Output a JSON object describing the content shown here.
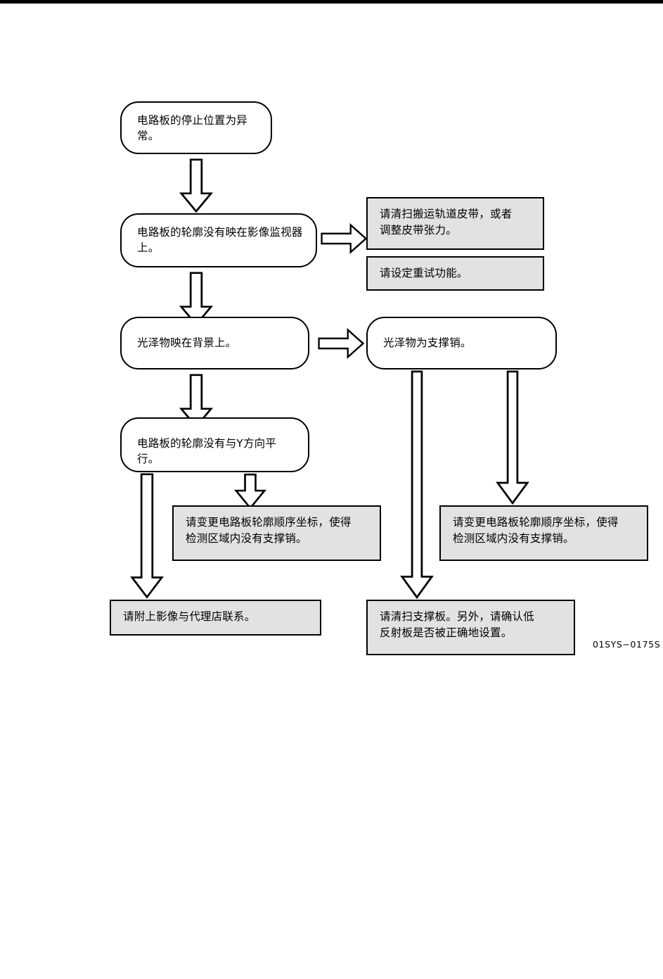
{
  "page": {
    "figure_code": "01SYS−0175S"
  },
  "nodes": {
    "n1": {
      "label": "电路板的停止位置为异常。"
    },
    "n2": {
      "label": "电路板的轮廓没有映在影像监视器\n上。"
    },
    "n3": {
      "label": "光泽物映在背景上。"
    },
    "n4": {
      "label": "光泽物为支撑销。"
    },
    "n5": {
      "label": "电路板的轮廓没有与Y方向平行。"
    }
  },
  "actions": {
    "a1": {
      "label": "请清扫搬运轨道皮带，或者\n调整皮带张力。"
    },
    "a2": {
      "label": "请设定重试功能。"
    },
    "a3": {
      "label": "请变更电路板轮廓顺序坐标，使得\n检测区域内没有支撑销。"
    },
    "a4": {
      "label": "请变更电路板轮廓顺序坐标，使得\n检测区域内没有支撑销。"
    },
    "a5": {
      "label": "请附上影像与代理店联系。"
    },
    "a6": {
      "label": "请清扫支撑板。另外，请确认低\n反射板是否被正确地设置。"
    }
  },
  "arrows": {
    "ar1": {
      "name": "arrow-n1-to-n2",
      "direction": "down"
    },
    "ar2": {
      "name": "arrow-n2-to-a1",
      "direction": "right"
    },
    "ar3": {
      "name": "arrow-n2-to-n3",
      "direction": "down"
    },
    "ar4": {
      "name": "arrow-n3-to-n4",
      "direction": "right"
    },
    "ar5": {
      "name": "arrow-n3-to-n5",
      "direction": "down"
    },
    "ar6": {
      "name": "arrow-n5-to-a5",
      "direction": "down"
    },
    "ar7": {
      "name": "arrow-n5-to-a3",
      "direction": "down"
    },
    "ar8": {
      "name": "arrow-n4-to-a6",
      "direction": "down"
    },
    "ar9": {
      "name": "arrow-n4-to-a4",
      "direction": "down"
    }
  },
  "colors": {
    "action_fill": "#e2e2e2",
    "stroke": "#000000",
    "node_fill": "#ffffff"
  }
}
